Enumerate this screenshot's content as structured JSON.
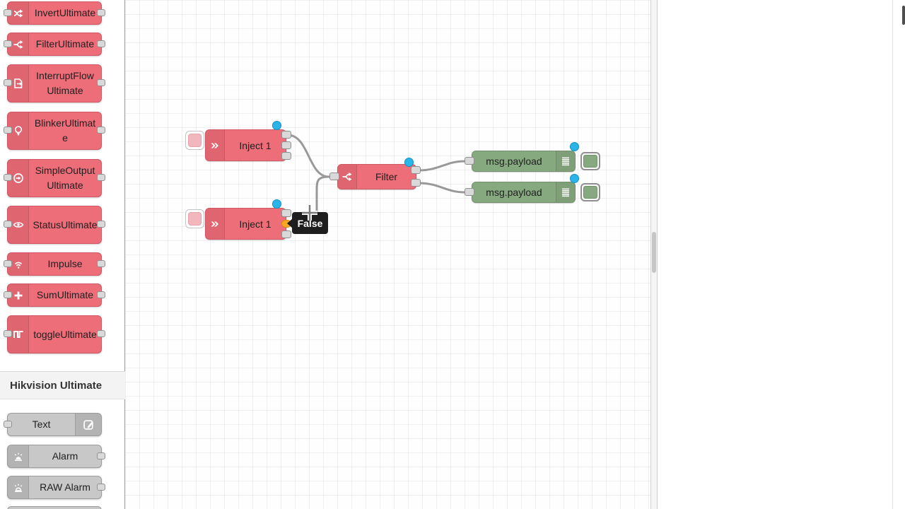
{
  "palette": {
    "section_header": "Hikvision Ultimate",
    "red_nodes": [
      {
        "label": "InvertUltimate",
        "icon": "shuffle-icon"
      },
      {
        "label": "FilterUltimate",
        "icon": "branch-icon"
      },
      {
        "label": "InterruptFlow Ultimate",
        "icon": "file-export-icon"
      },
      {
        "label": "BlinkerUltimate",
        "icon": "bulb-icon"
      },
      {
        "label": "SimpleOutput Ultimate",
        "icon": "circle-arrow-icon"
      },
      {
        "label": "StatusUltimate",
        "icon": "eye-icon"
      },
      {
        "label": "Impulse",
        "icon": "signal-icon"
      },
      {
        "label": "SumUltimate",
        "icon": "plus-icon"
      },
      {
        "label": "toggleUltimate",
        "icon": "square-wave-icon"
      }
    ],
    "gray_nodes": [
      {
        "label": "Text",
        "icon": "pencil-icon"
      },
      {
        "label": "Alarm",
        "icon": "siren-icon"
      },
      {
        "label": "RAW Alarm",
        "icon": "siren-outline-icon"
      }
    ]
  },
  "canvas": {
    "nodes": {
      "inject_top": {
        "label": "Inject 1",
        "icon": "inject-arrow-icon"
      },
      "inject_bottom": {
        "label": "Inject 1",
        "icon": "inject-arrow-icon"
      },
      "filter": {
        "label": "Filter",
        "icon": "branch-icon"
      },
      "debug_top": {
        "label": "msg.payload",
        "icon": "debug-lines-icon"
      },
      "debug_bottom": {
        "label": "msg.payload",
        "icon": "debug-lines-icon"
      }
    },
    "port_tooltip": "False"
  },
  "colors": {
    "node_red": "#ed6d78",
    "node_green": "#87a980",
    "node_gray": "#c8c8c8",
    "wire": "#999999",
    "changed_indicator": "#2bb4e8",
    "active_port": "#f5a623",
    "tooltip_bg": "#1e1e1e"
  }
}
